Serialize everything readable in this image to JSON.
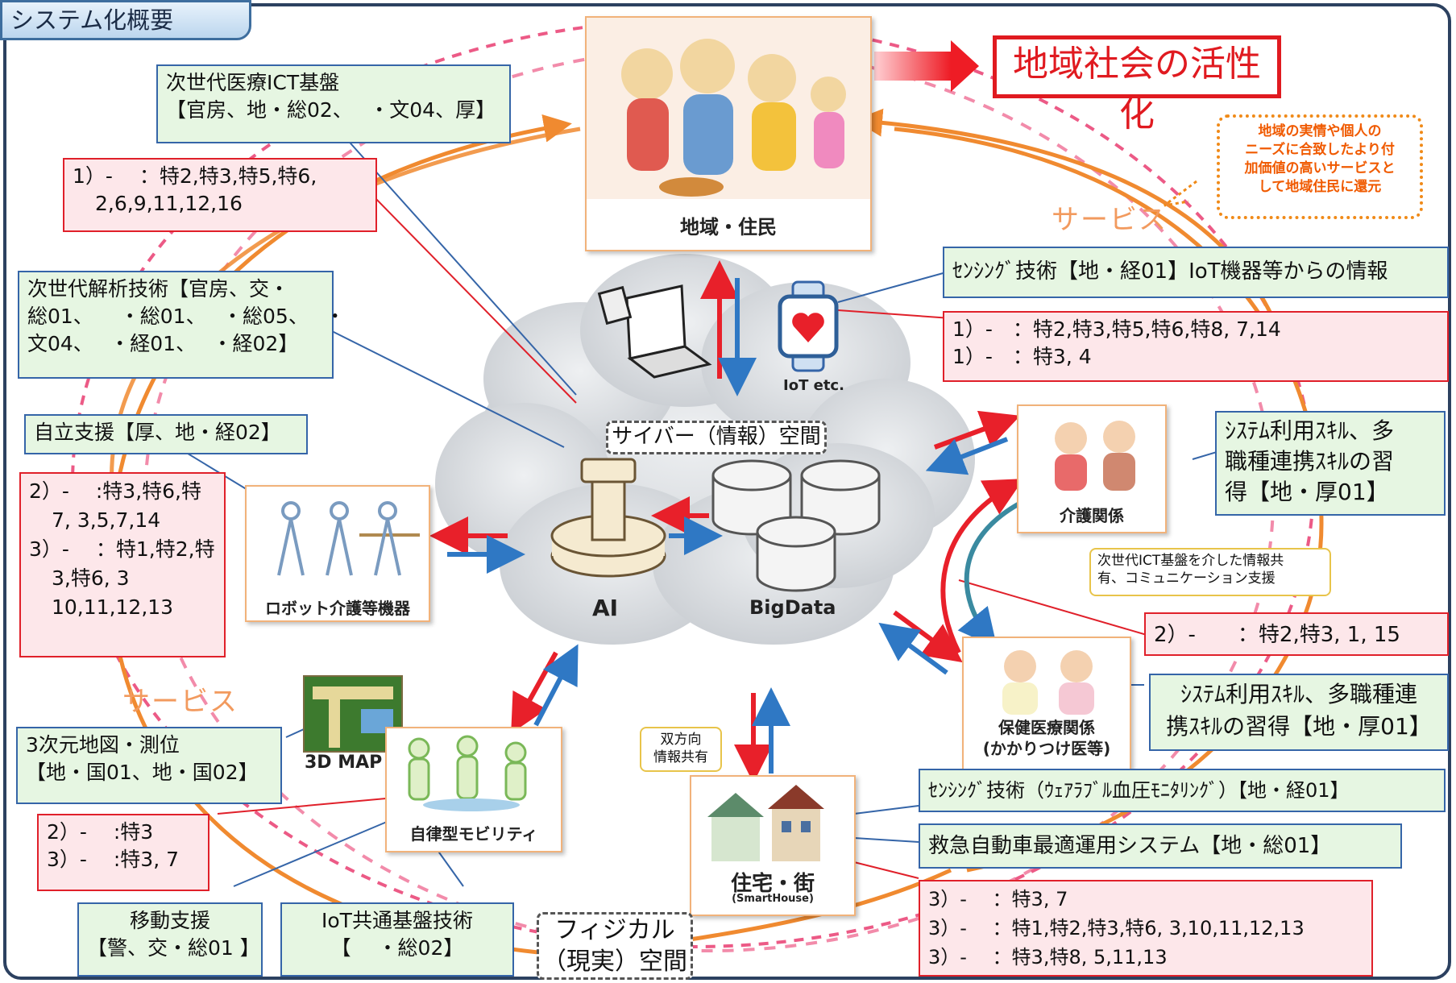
{
  "header": {
    "tab_title": "システム化概要",
    "headline": "地域社会の活性化"
  },
  "nodes": {
    "community": "地域・住民",
    "iot": "IoT etc.",
    "cyber_space": "サイバー（情報）空間",
    "ai": "AI",
    "bigdata": "BigData",
    "care": "介護関係",
    "health": [
      "保健医療関係",
      "(かかりつけ医等)"
    ],
    "robot": "ロボット介護等機器",
    "map": "3D MAP",
    "mobility": "自律型モビリティ",
    "house": "住宅・街",
    "house_sub": "(SmartHouse)",
    "physical_space": [
      "フィジカル",
      "（現実）空間"
    ]
  },
  "service_labels": [
    "サービス",
    "サービス"
  ],
  "notes": {
    "service_note": [
      "地域の実情や個人の",
      "ニーズに合致したより付",
      "加価値の高いサービスと",
      "して地域住民に還元"
    ],
    "ict_share": [
      "次世代ICT基盤を介した情報共",
      "有、コミュニケーション支援"
    ],
    "bidirectional": [
      "双方向",
      "情報共有"
    ]
  },
  "green_boxes": {
    "medical_ict": [
      "次世代医療ICT基盤",
      "【官房、地・総02、　 ・文04、厚】"
    ],
    "analysis": [
      "次世代解析技術【官房、交・",
      "総01、 　・総01、　 ・総05、　 ・",
      "文04、　 ・経01、　 ・経02】"
    ],
    "self_support": [
      "自立支援【厚、地・経02】"
    ],
    "sensing_iot": [
      "ｾﾝｼﾝｸﾞ技術【地・経01】IoT機器等からの情報"
    ],
    "care_skill": [
      "ｼｽﾃﾑ利用ｽｷﾙ、多",
      "職種連携ｽｷﾙの習",
      "得【地・厚01】"
    ],
    "health_skill": [
      "ｼｽﾃﾑ利用ｽｷﾙ、多職種連",
      "携ｽｷﾙの習得【地・厚01】"
    ],
    "map3d": [
      "3次元地図・測位",
      "【地・国01、地・国02】"
    ],
    "sensing_wear": [
      "ｾﾝｼﾝｸﾞ技術（ｳｪｱﾗﾌﾞﾙ血圧ﾓﾆﾀﾘﾝｸﾞ）【地・経01】"
    ],
    "ambulance": [
      "救急自動車最適運用システム【地・総01】"
    ],
    "mobility_support": [
      "移動支援",
      "【警、交・総01 】"
    ],
    "iot_platform": [
      "IoT共通基盤技術",
      "【　 ・総02】"
    ]
  },
  "pink_boxes": {
    "community": [
      "1）-　 ：特2,特3,特5,特6,",
      "2,6,9,11,12,16"
    ],
    "iot": [
      "1）-　：特2,特3,特5,特6,特8, 7,14",
      "1）-　：特3, 4"
    ],
    "robot": [
      "2）-　 :特3,特6,特",
      "7, 3,5,7,14",
      "3）-　 ：特1,特2,特",
      "3,特6, 3",
      "10,11,12,13"
    ],
    "health": [
      "2）-　　：特2,特3, 1, 15"
    ],
    "mobility": [
      "2）-　 :特3",
      "3）-　 :特3, 7"
    ],
    "house": [
      "3）-　 ：特3, 7",
      "3）-　 ：特1,特2,特3,特6, 3,10,11,12,13",
      "3）-　 ：特3,特8, 5,11,13"
    ]
  }
}
